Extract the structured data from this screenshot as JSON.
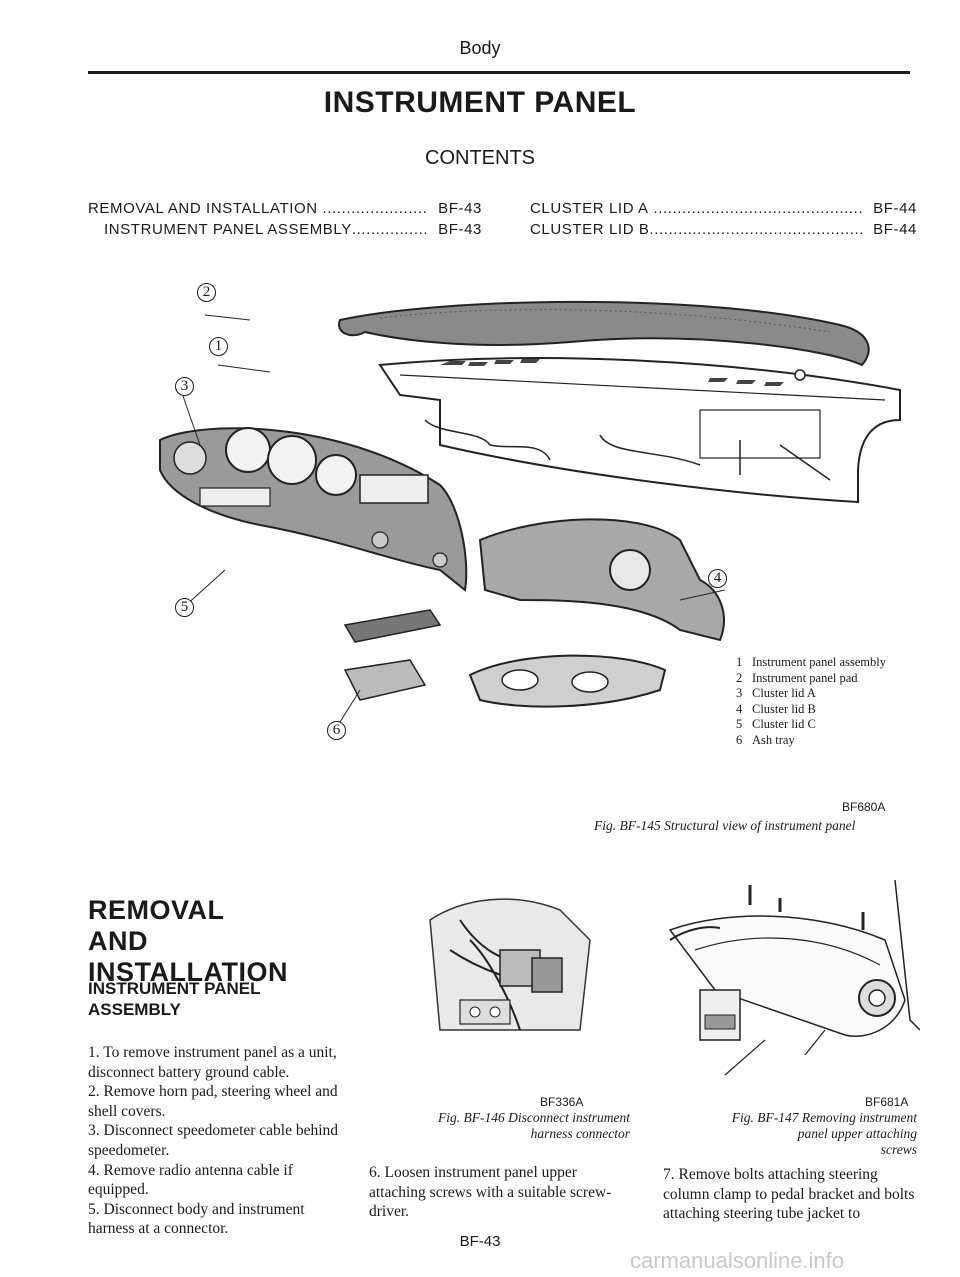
{
  "header": {
    "section": "Body",
    "title": "INSTRUMENT PANEL",
    "contents_label": "CONTENTS"
  },
  "contents": {
    "left": [
      {
        "label": "REMOVAL AND INSTALLATION",
        "page": "BF-43"
      },
      {
        "label": "INSTRUMENT PANEL ASSEMBLY",
        "page": "BF-43"
      }
    ],
    "right": [
      {
        "label": "CLUSTER LID A",
        "page": "BF-44"
      },
      {
        "label": "CLUSTER LID B",
        "page": "BF-44"
      }
    ]
  },
  "figure_145": {
    "callouts": [
      "1",
      "2",
      "3",
      "4",
      "5",
      "6"
    ],
    "legend": [
      {
        "num": "1",
        "text": "Instrument panel assembly"
      },
      {
        "num": "2",
        "text": "Instrument panel pad"
      },
      {
        "num": "3",
        "text": "Cluster lid A"
      },
      {
        "num": "4",
        "text": "Cluster lid B"
      },
      {
        "num": "5",
        "text": "Cluster lid C"
      },
      {
        "num": "6",
        "text": "Ash tray"
      }
    ],
    "code": "BF680A",
    "caption": "Fig. BF-145 Structural view of instrument panel"
  },
  "removal": {
    "heading": "REMOVAL AND INSTALLATION",
    "subheading": "INSTRUMENT PANEL ASSEMBLY",
    "steps": [
      "1. To remove instrument panel as a unit, disconnect battery ground cable.",
      "2. Remove horn pad, steering wheel and shell covers.",
      "3. Disconnect speedometer cable behind speedometer.",
      "4. Remove radio antenna cable if equipped.",
      "5. Disconnect body and instrument harness at a connector."
    ]
  },
  "figure_146": {
    "code": "BF336A",
    "caption_line1": "Fig. BF-146 Disconnect instrument",
    "caption_line2": "harness connector",
    "step": "6. Loosen instrument panel upper attaching screws with a suitable screw-driver."
  },
  "figure_147": {
    "code": "BF681A",
    "caption_line1": "Fig. BF-147 Removing instrument",
    "caption_line2": "panel upper attaching",
    "caption_line3": "screws",
    "step": "7. Remove bolts attaching steering column clamp to pedal bracket and bolts attaching steering tube jacket to"
  },
  "footer": {
    "page_number": "BF-43",
    "watermark": "carmanualsonline.info"
  }
}
